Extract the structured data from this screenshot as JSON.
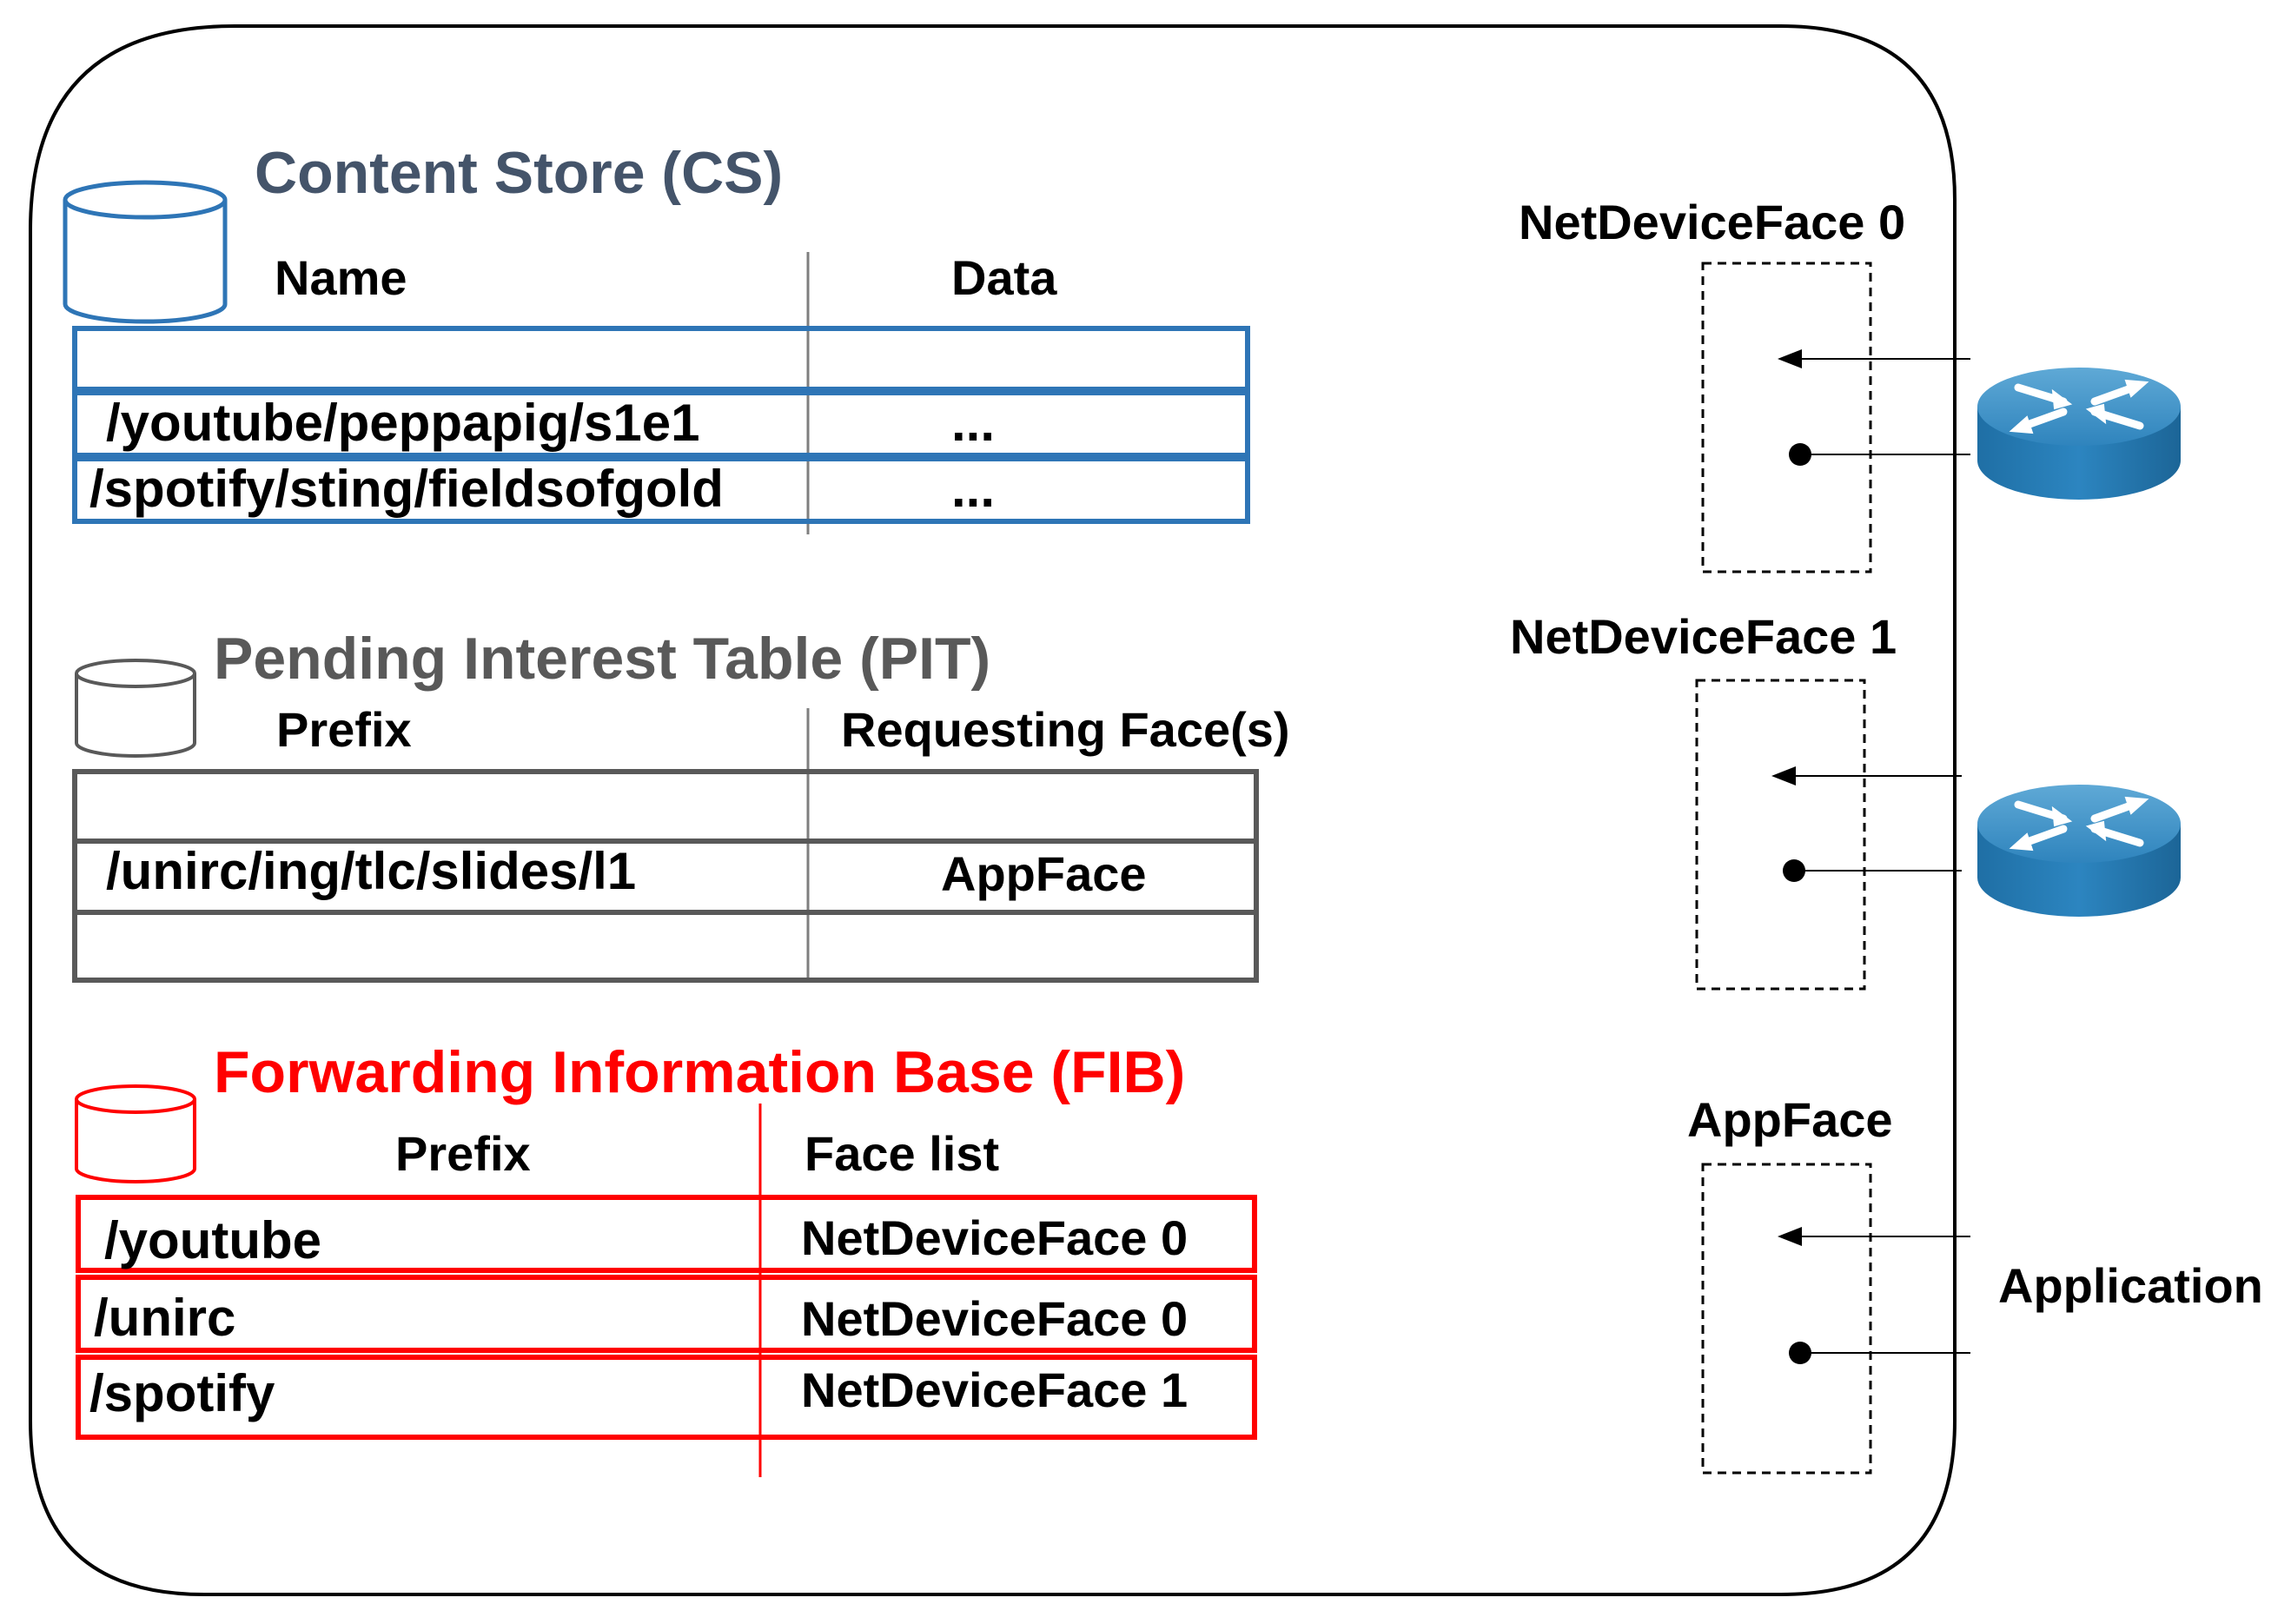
{
  "content_store": {
    "title": "Content Store (CS)",
    "columns": [
      "Name",
      "Data"
    ],
    "rows": [
      {
        "name": "",
        "data": ""
      },
      {
        "name": "/youtube/peppapig/s1e1",
        "data": "..."
      },
      {
        "name": "/spotify/sting/fieldsofgold",
        "data": "..."
      }
    ],
    "color": "#2e75b6"
  },
  "pit": {
    "title": "Pending Interest Table (PIT)",
    "columns": [
      "Prefix",
      "Requesting Face(s)"
    ],
    "rows": [
      {
        "prefix": "",
        "face": ""
      },
      {
        "prefix": "/unirc/ing/tlc/slides/l1",
        "face": "AppFace"
      },
      {
        "prefix": "",
        "face": ""
      }
    ],
    "color": "#595959"
  },
  "fib": {
    "title": "Forwarding Information Base (FIB)",
    "columns": [
      "Prefix",
      "Face list"
    ],
    "rows": [
      {
        "prefix": "/youtube",
        "face": "NetDeviceFace 0"
      },
      {
        "prefix": "/unirc",
        "face": "NetDeviceFace 0"
      },
      {
        "prefix": "/spotify",
        "face": "NetDeviceFace 1"
      }
    ],
    "color": "#ff0000"
  },
  "faces": [
    {
      "label": "NetDeviceFace 0",
      "peer": "router"
    },
    {
      "label": "NetDeviceFace 1",
      "peer": "router"
    },
    {
      "label": "AppFace",
      "peer": "application"
    }
  ],
  "application_label": "Application",
  "icons": [
    "database-icon",
    "router-icon"
  ]
}
